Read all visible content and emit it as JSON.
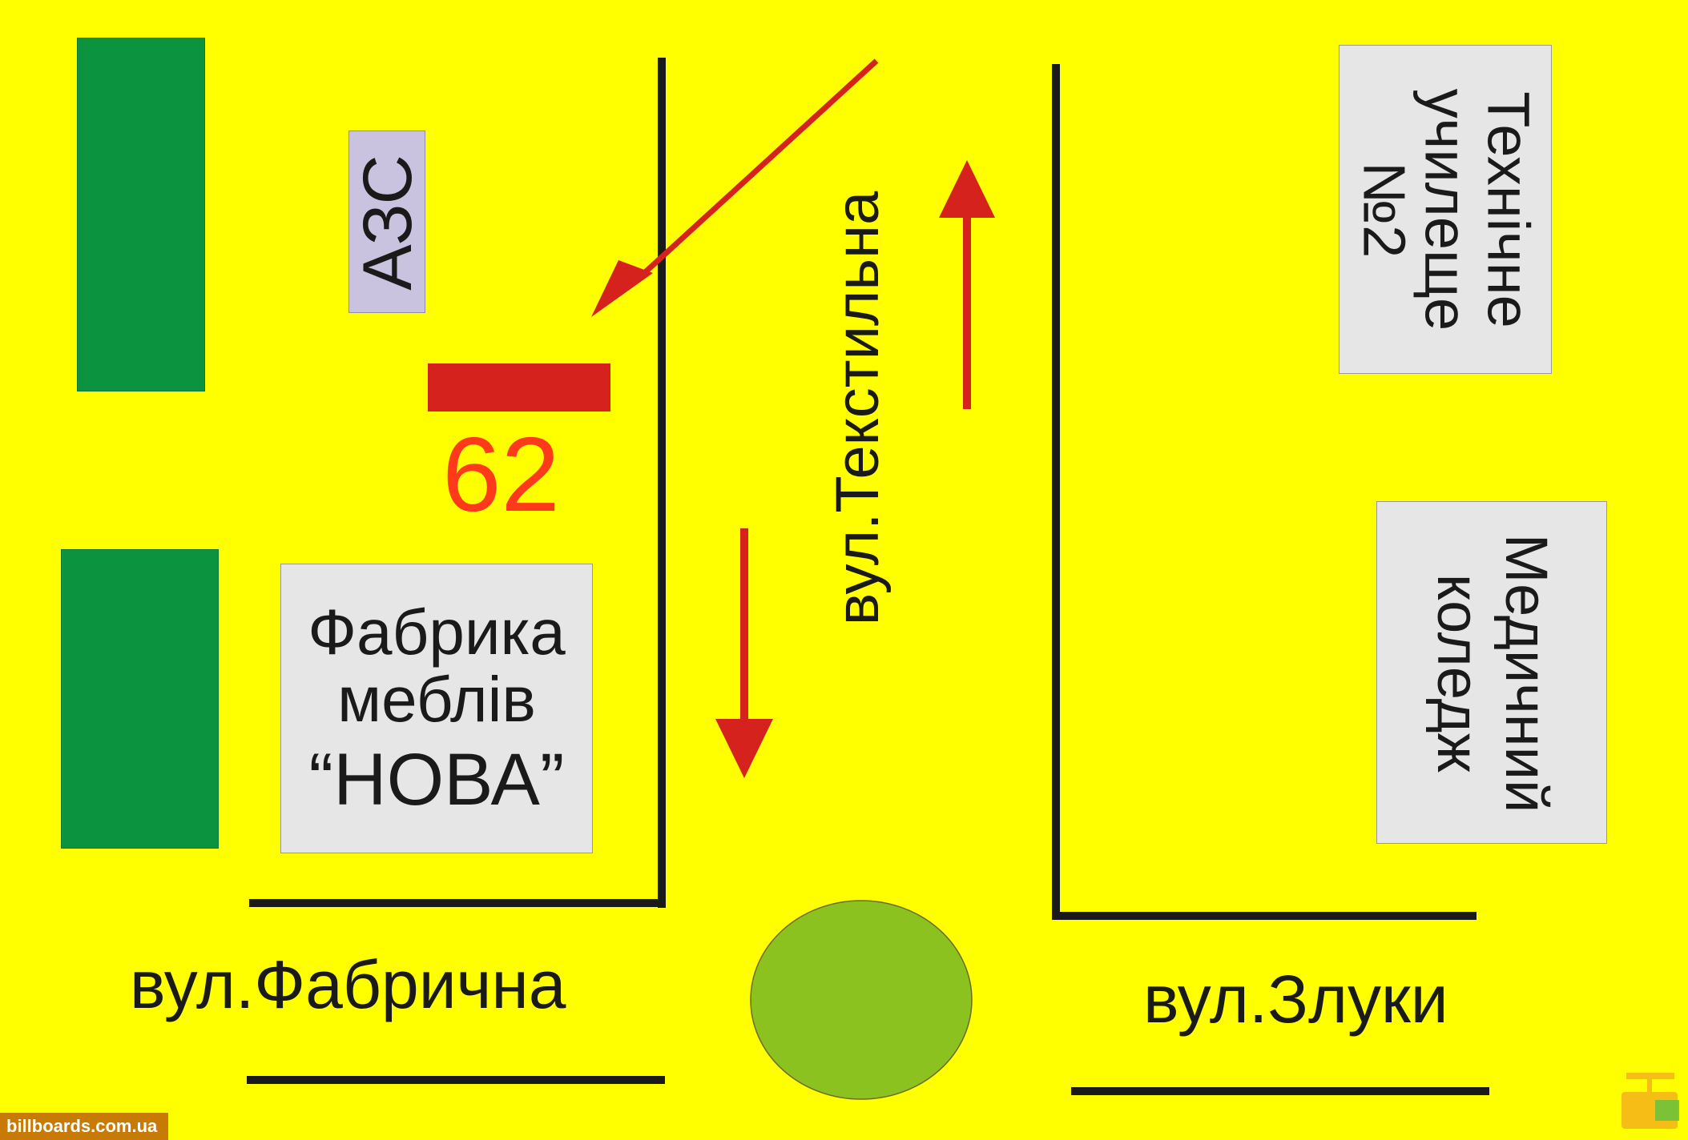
{
  "colors": {
    "background": "#ffff00",
    "green_block": "#0c9340",
    "building": "#e6e6e6",
    "gas_station": "#c9c3e0",
    "billboard": "#d6221d",
    "arrow": "#d6221d",
    "number": "#ff3a1a",
    "roundabout": "#8cc21f",
    "street_line": "#1a1a1a"
  },
  "labels": {
    "gas_station": "АЗС",
    "billboard_number": "62",
    "factory_line1": "Фабрика",
    "factory_line2": "меблів",
    "factory_line3": "“НОВА”",
    "street_textylna": "вул.Текстильна",
    "street_fabrychna": "вул.Фабрична",
    "street_zluky": "вул.Злуки",
    "school_line1": "Технічне",
    "school_line2": "училеще",
    "school_line3": "№2",
    "college_line1": "Медичний",
    "college_line2": "коледж",
    "watermark": "billboards.com.ua"
  }
}
